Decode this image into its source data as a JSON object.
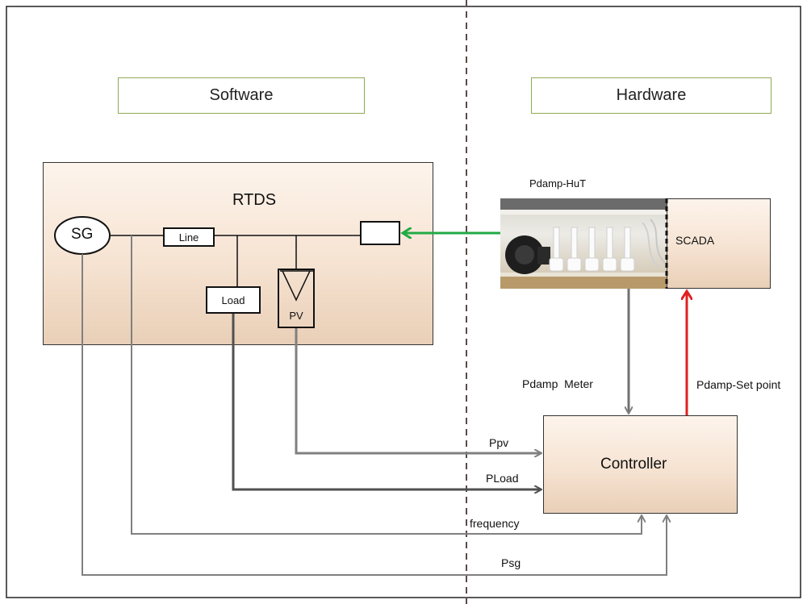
{
  "sections": {
    "software": "Software",
    "hardware": "Hardware"
  },
  "rtds": {
    "title": "RTDS",
    "sg": "SG",
    "line": "Line",
    "load": "Load",
    "pv": "PV"
  },
  "hardware": {
    "photo_caption": "Pdamp-HuT",
    "scada": "SCADA",
    "controller": "Controller"
  },
  "signals": {
    "meter": "Pdamp  Meter",
    "setpoint": "Pdamp-Set point",
    "ppv": "Ppv",
    "pload": "PLoad",
    "frequency": "frequency",
    "psg": "Psg"
  },
  "colors": {
    "green_arrow": "#22aa44",
    "red_arrow": "#e02020",
    "signal_gray": "#808080",
    "load_dark": "#505050",
    "section_border": "#8faa55"
  }
}
